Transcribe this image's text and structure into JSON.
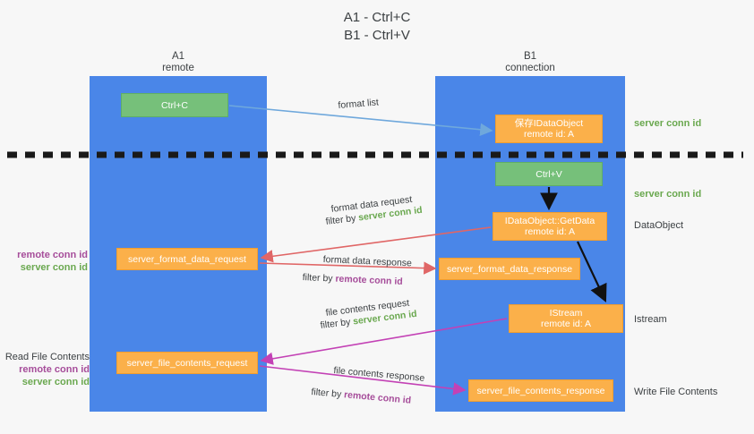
{
  "title": "A1 - Ctrl+C\nB1 - Ctrl+V",
  "columns": {
    "left": "A1\nremote",
    "right": "B1\nconnection"
  },
  "boxes": {
    "ctrl_c": "Ctrl+C",
    "save_idataobject": "保存IDataObject\nremote id: A",
    "ctrl_v": "Ctrl+V",
    "idataobject_getdata": "IDataObject::GetData\nremote id: A",
    "istream": "IStream\nremote id: A",
    "server_format_data_request": "server_format_data_request",
    "server_format_data_response": "server_format_data_response",
    "server_file_contents_request": "server_file_contents_request",
    "server_file_contents_response": "server_file_contents_response"
  },
  "right_notes": {
    "server_conn_id_top": "server conn id",
    "server_conn_id_mid": "server conn id",
    "dataobject": "DataObject",
    "istream": "Istream",
    "write_file_contents": "Write File Contents"
  },
  "left_notes": {
    "remote_conn_id_1": "remote conn id",
    "server_conn_id_1": "server conn id",
    "read_file_contents": "Read File Contents",
    "remote_conn_id_2": "remote conn id",
    "server_conn_id_2": "server conn id"
  },
  "arrow_labels": {
    "format_list": "format list",
    "format_data_request": "format data request",
    "format_data_request_filter_prefix": "filter by ",
    "format_data_request_filter_key": "server conn id",
    "format_data_response": "format data response",
    "format_data_response_filter_prefix": "filter by ",
    "format_data_response_filter_key": "remote conn id",
    "file_contents_request": "file contents request",
    "file_contents_request_filter_prefix": "filter by ",
    "file_contents_request_filter_key": "server conn id",
    "file_contents_response": "file contents response",
    "file_contents_response_filter_prefix": "filter by ",
    "file_contents_response_filter_key": "remote conn id"
  },
  "colors": {
    "lane": "#4a86e8",
    "green_box": "#76c07a",
    "orange_box": "#fbb04a",
    "green_text": "#6aa84f",
    "purple_text": "#a64d9a",
    "blue_arrow": "#6fa8dc",
    "red_arrow": "#e06666",
    "magenta_arrow": "#c341b5",
    "black_arrow": "#000000",
    "background": "#f7f7f7"
  }
}
